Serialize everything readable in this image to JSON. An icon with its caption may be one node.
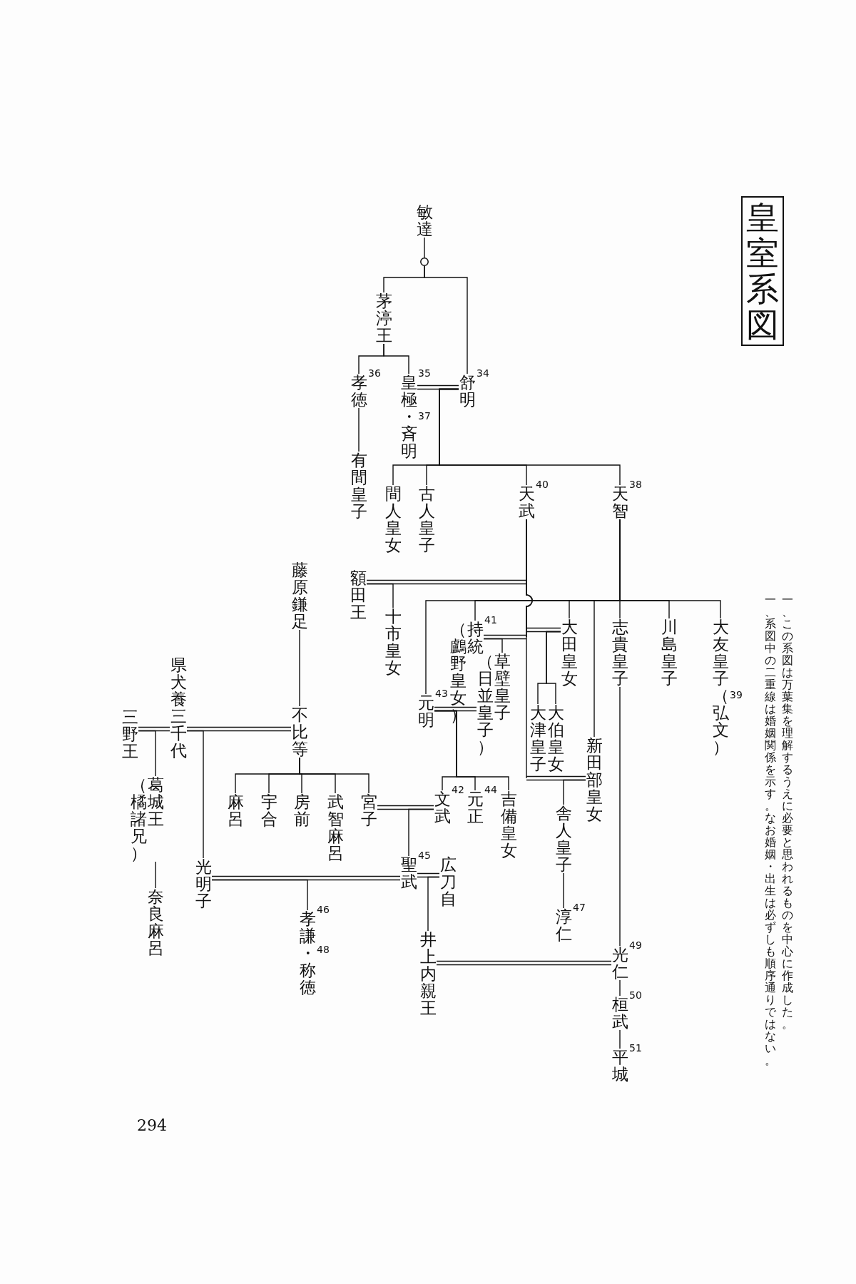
{
  "diagram": {
    "title": "皇室系図",
    "nodes": [
      {
        "text": [
          "敏達"
        ]
      },
      {
        "text": [],
        "shape": "circle"
      },
      {
        "text": [
          "茅渟王"
        ]
      },
      {
        "text": [
          "孝徳"
        ],
        "beside": [
          "36"
        ]
      },
      {
        "text": [
          "皇極・斉明"
        ],
        "beside": [
          "35",
          "37"
        ]
      },
      {
        "text": [
          "舒明"
        ],
        "beside": [
          "34"
        ]
      },
      {
        "text": [
          "有間皇子"
        ]
      },
      {
        "text": [
          "間人皇女"
        ]
      },
      {
        "text": [
          "古人皇子"
        ]
      },
      {
        "text": [
          "天武"
        ],
        "beside": [
          "40"
        ]
      },
      {
        "text": [
          "天智"
        ],
        "beside": [
          "38"
        ]
      },
      {
        "text": [
          "藤原鎌足"
        ]
      },
      {
        "text": [
          "額田王"
        ]
      },
      {
        "text": [
          "十市皇女"
        ]
      },
      {
        "text": [
          "（鸕野皇女）",
          "持統"
        ],
        "beside": [
          "41"
        ]
      },
      {
        "text": [
          "大田皇女"
        ]
      },
      {
        "text": [
          "志貴皇子"
        ]
      },
      {
        "text": [
          "川島皇子"
        ]
      },
      {
        "text": [
          "大友皇子（弘文）"
        ],
        "beside": [
          "39"
        ]
      },
      {
        "text": [
          "（日並皇子）",
          "草壁皇子"
        ]
      },
      {
        "text": [
          "大伯皇女"
        ]
      },
      {
        "text": [
          "大津皇子"
        ]
      },
      {
        "text": [
          "新田部皇女"
        ]
      },
      {
        "text": [
          "元明"
        ],
        "beside": [
          "43"
        ]
      },
      {
        "text": [
          "県犬養三千代"
        ]
      },
      {
        "text": [
          "三野王"
        ]
      },
      {
        "text": [
          "不比等"
        ]
      },
      {
        "text": [
          "（橘諸兄）",
          "葛城王"
        ]
      },
      {
        "text": [
          "麻呂"
        ]
      },
      {
        "text": [
          "宇合"
        ]
      },
      {
        "text": [
          "房前"
        ]
      },
      {
        "text": [
          "武智麻呂"
        ]
      },
      {
        "text": [
          "宮子"
        ]
      },
      {
        "text": [
          "文武"
        ],
        "beside": [
          "42"
        ]
      },
      {
        "text": [
          "元正"
        ],
        "beside": [
          "44"
        ]
      },
      {
        "text": [
          "吉備皇女"
        ]
      },
      {
        "text": [
          "舎人皇子"
        ]
      },
      {
        "text": [
          "光明子"
        ]
      },
      {
        "text": [
          "聖武"
        ],
        "beside": [
          "45"
        ]
      },
      {
        "text": [
          "広刀自"
        ]
      },
      {
        "text": [
          "奈良麻呂"
        ]
      },
      {
        "text": [
          "孝謙・称徳"
        ],
        "beside": [
          "46",
          "48"
        ]
      },
      {
        "text": [
          "井上内親王"
        ]
      },
      {
        "text": [
          "淳仁"
        ],
        "beside": [
          "47"
        ]
      },
      {
        "text": [
          "光仁"
        ],
        "beside": [
          "49"
        ]
      },
      {
        "text": [
          "桓武"
        ],
        "beside": [
          "50"
        ]
      },
      {
        "text": [
          "平城"
        ],
        "beside": [
          "51"
        ]
      }
    ],
    "edges": [
      {
        "from": 0,
        "to": 1,
        "arrow": "none"
      },
      {
        "from": 1,
        "to": 2,
        "arrow": "none"
      },
      {
        "from": 1,
        "to": 5,
        "arrow": "none"
      },
      {
        "from": 2,
        "to": 3,
        "arrow": "none"
      },
      {
        "from": 2,
        "to": 4,
        "arrow": "none"
      },
      {
        "from": 4,
        "to": 5,
        "arrow": "none"
      },
      {
        "from": 3,
        "to": 6,
        "arrow": "none"
      },
      {
        "from": 5,
        "to": 7,
        "arrow": "none"
      },
      {
        "from": 5,
        "to": 8,
        "arrow": "none"
      },
      {
        "from": 5,
        "to": 9,
        "arrow": "none"
      },
      {
        "from": 5,
        "to": 10,
        "arrow": "none"
      },
      {
        "from": 10,
        "to": 16,
        "arrow": "none"
      },
      {
        "from": 10,
        "to": 23,
        "arrow": "none"
      },
      {
        "from": 10,
        "to": 14,
        "arrow": "none"
      },
      {
        "from": 10,
        "to": 15,
        "arrow": "none"
      },
      {
        "from": 10,
        "to": 22,
        "arrow": "none"
      },
      {
        "from": 10,
        "to": 17,
        "arrow": "none"
      },
      {
        "from": 10,
        "to": 18,
        "arrow": "none"
      },
      {
        "from": 9,
        "to": 12,
        "arrow": "none"
      },
      {
        "from": 12,
        "to": 13,
        "arrow": "none"
      },
      {
        "from": 9,
        "to": 14,
        "arrow": "none"
      },
      {
        "from": 14,
        "to": 19,
        "arrow": "none"
      },
      {
        "from": 9,
        "to": 15,
        "arrow": "none"
      },
      {
        "from": 15,
        "to": 20,
        "arrow": "none"
      },
      {
        "from": 15,
        "to": 21,
        "arrow": "none"
      },
      {
        "from": 9,
        "to": 22,
        "arrow": "none"
      },
      {
        "from": 22,
        "to": 36,
        "arrow": "none"
      },
      {
        "from": 11,
        "to": 26,
        "arrow": "none"
      },
      {
        "from": 24,
        "to": 25,
        "arrow": "none"
      },
      {
        "from": 25,
        "to": 27,
        "arrow": "none"
      },
      {
        "from": 27,
        "to": 40,
        "arrow": "none"
      },
      {
        "from": 24,
        "to": 26,
        "arrow": "none"
      },
      {
        "from": 24,
        "to": 37,
        "arrow": "none"
      },
      {
        "from": 26,
        "to": 28,
        "arrow": "none"
      },
      {
        "from": 26,
        "to": 29,
        "arrow": "none"
      },
      {
        "from": 26,
        "to": 30,
        "arrow": "none"
      },
      {
        "from": 26,
        "to": 31,
        "arrow": "none"
      },
      {
        "from": 26,
        "to": 32,
        "arrow": "none"
      },
      {
        "from": 32,
        "to": 33,
        "arrow": "none"
      },
      {
        "from": 33,
        "to": 38,
        "arrow": "none"
      },
      {
        "from": 23,
        "to": 19,
        "arrow": "none"
      },
      {
        "from": 23,
        "to": 33,
        "arrow": "none"
      },
      {
        "from": 23,
        "to": 34,
        "arrow": "none"
      },
      {
        "from": 23,
        "to": 35,
        "arrow": "none"
      },
      {
        "from": 37,
        "to": 38,
        "arrow": "none"
      },
      {
        "from": 37,
        "to": 41,
        "arrow": "none"
      },
      {
        "from": 38,
        "to": 39,
        "arrow": "none"
      },
      {
        "from": 39,
        "to": 42,
        "arrow": "none"
      },
      {
        "from": 36,
        "to": 43,
        "arrow": "none"
      },
      {
        "from": 16,
        "to": 44,
        "arrow": "none"
      },
      {
        "from": 42,
        "to": 44,
        "arrow": "none"
      },
      {
        "from": 44,
        "to": 45,
        "arrow": "none"
      },
      {
        "from": 45,
        "to": 46,
        "arrow": "none"
      }
    ],
    "labels": [
      "一、この系図は万葉集を理解するうえに必要と思われるものを中心に作成した。",
      "一、系図中の二重線は婚姻関係を示す。なお婚姻・出生は必ずしも順序通りではない。",
      "294"
    ]
  }
}
